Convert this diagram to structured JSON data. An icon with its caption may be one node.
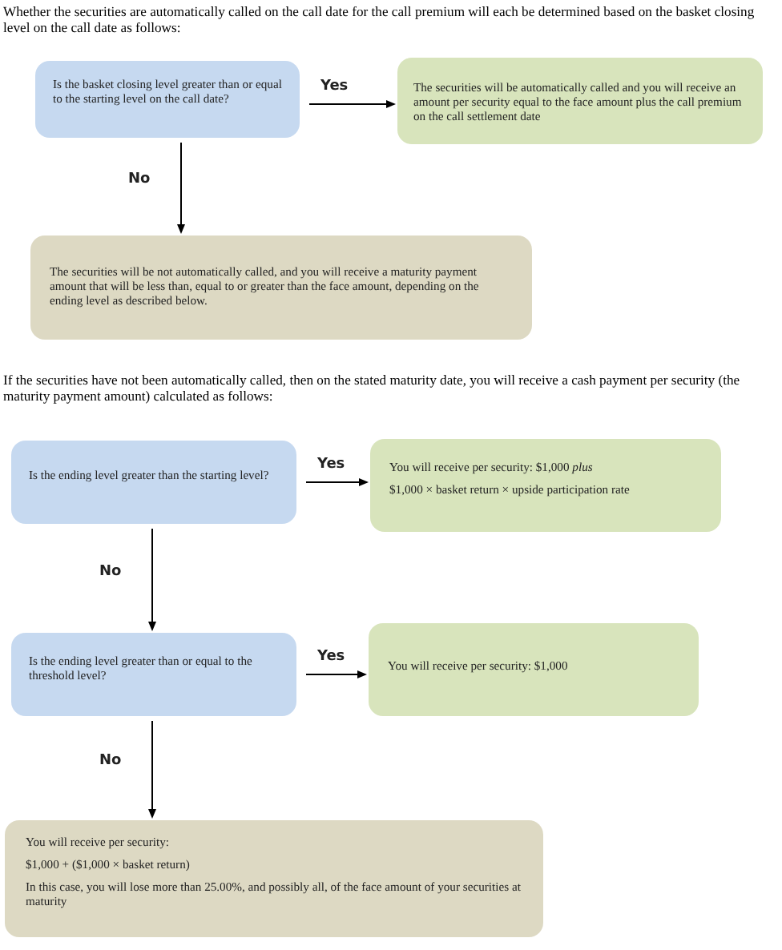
{
  "diagram": {
    "nodes": [
      {
        "text": [
          "Is the basket closing level greater than or equal to the starting level on the call date?"
        ]
      },
      {
        "text": [
          "The securities will be automatically called and you will receive an amount per security equal to the face amount plus the call premium on the call settlement date"
        ]
      },
      {
        "text": [
          "The securities will be not automatically called, and you will receive a maturity payment amount that will be less than, equal to or greater than the face amount, depending on the ending level as described below."
        ]
      },
      {
        "text": [
          "Is the ending level greater than the starting level?"
        ]
      },
      {
        "text": [
          "You will receive per security: $1,000 *plus*",
          "$1,000 × basket return × upside participation rate"
        ]
      },
      {
        "text": [
          "Is the ending level greater than or equal to the threshold level?"
        ]
      },
      {
        "text": [
          "You will receive per security: $1,000"
        ]
      },
      {
        "text": [
          "You will receive per security:",
          "$1,000 + ($1,000 × basket return)",
          "In this case, you will lose more than 25.00%, and possibly all, of the face amount of your securities at maturity"
        ]
      }
    ],
    "edges": [
      {
        "from": 0,
        "to": 1,
        "arrow": "to",
        "label": "Yes"
      },
      {
        "from": 0,
        "to": 2,
        "arrow": "to",
        "label": "No"
      },
      {
        "from": 3,
        "to": 4,
        "arrow": "to",
        "label": "Yes"
      },
      {
        "from": 3,
        "to": 5,
        "arrow": "to",
        "label": "No"
      },
      {
        "from": 5,
        "to": 6,
        "arrow": "to",
        "label": "Yes"
      },
      {
        "from": 5,
        "to": 7,
        "arrow": "to",
        "label": "No"
      }
    ],
    "labels": [
      "Whether the securities are automatically called on the call date for the call premium will each be determined based on the basket closing level on the call date as follows:",
      "If the securities have not been automatically called, then on the stated maturity date, you will receive a cash payment per security (the maturity payment amount) calculated as follows:"
    ]
  }
}
